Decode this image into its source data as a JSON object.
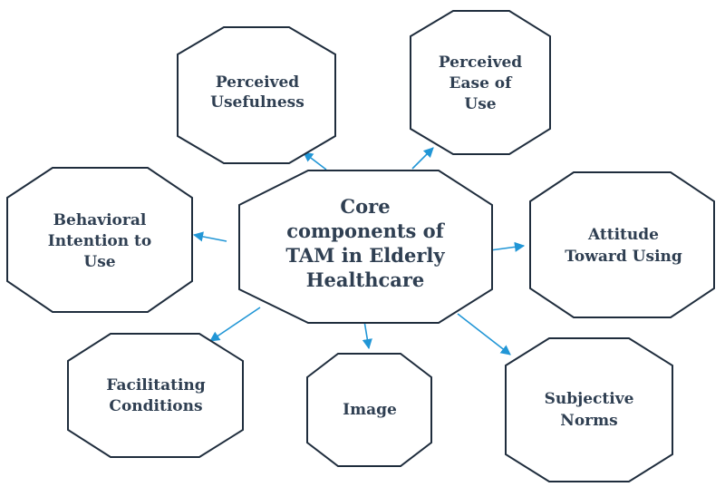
{
  "center": {
    "line1": "Core",
    "line2": "components of",
    "line3": "TAM in Elderly",
    "line4": "Healthcare"
  },
  "nodes": {
    "perceived_usefulness": {
      "line1": "Perceived",
      "line2": "Usefulness"
    },
    "perceived_ease_of_use": {
      "line1": "Perceived",
      "line2": "Ease of",
      "line3": "Use"
    },
    "behavioral_intention": {
      "line1": "Behavioral",
      "line2": "Intention to",
      "line3": "Use"
    },
    "attitude_toward_using": {
      "line1": "Attitude",
      "line2": "Toward Using"
    },
    "facilitating_conditions": {
      "line1": "Facilitating",
      "line2": "Conditions"
    },
    "image": {
      "line1": "Image"
    },
    "subjective_norms": {
      "line1": "Subjective",
      "line2": "Norms"
    }
  },
  "colors": {
    "outline": "#1f2d3d",
    "text": "#2f3f52",
    "arrow": "#2196d6"
  }
}
